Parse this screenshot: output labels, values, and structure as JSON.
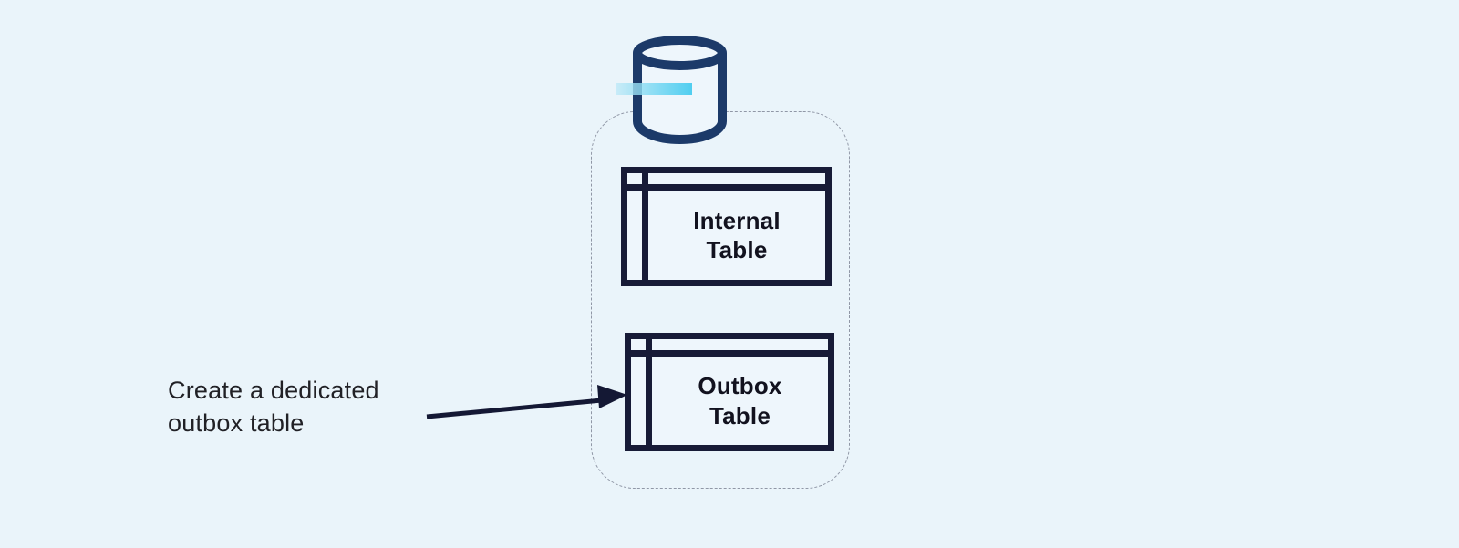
{
  "diagram": {
    "type": "architecture-diagram",
    "topic": "transactional outbox pattern - database with dedicated outbox table",
    "annotation": {
      "text": "Create a dedicated\noutbox table"
    },
    "database": {
      "icon": "database-cylinder-icon",
      "highlight": "cyan-stripe",
      "tables": [
        {
          "label": "Internal\nTable"
        },
        {
          "label": "Outbox\nTable"
        }
      ]
    },
    "colors": {
      "background": "#eaf4fa",
      "cylinder_stroke": "#1c3a69",
      "cylinder_fill": "#eef6fc",
      "table_border": "#171b37",
      "table_fill": "#eef6fc",
      "table_text": "#12121f",
      "highlight_cyan_light": "#bfe9f7",
      "highlight_cyan_bright": "#34c7ee",
      "dashed_border": "#9097a6",
      "arrow": "#141834",
      "annotation_text": "#212126"
    }
  }
}
